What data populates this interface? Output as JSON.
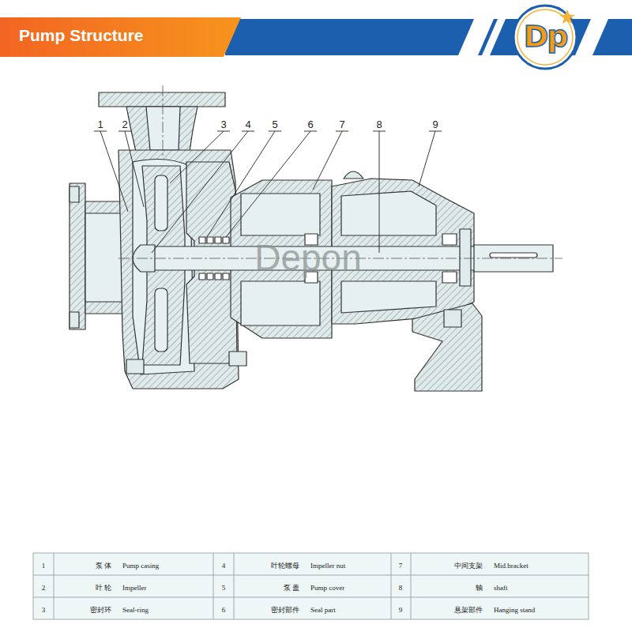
{
  "diagram": {
    "title": "Pump Structure",
    "labels": [
      "Dp",
      "1",
      "2",
      "3",
      "4",
      "5",
      "6",
      "7",
      "8",
      "9",
      "Depon",
      "1",
      "泵 体",
      "Pump casing",
      "4",
      "叶轮螺母",
      "Impeller nut",
      "7",
      "中间支架",
      "Mid.bracket",
      "2",
      "叶 轮",
      "Impeller",
      "5",
      "泵 盖",
      "Pump cover",
      "8",
      "轴",
      "shaft",
      "3",
      "密封环",
      "Seal-ring",
      "6",
      "密封部件",
      "Seal part",
      "9",
      "悬架部件",
      "Hanging stand"
    ]
  }
}
